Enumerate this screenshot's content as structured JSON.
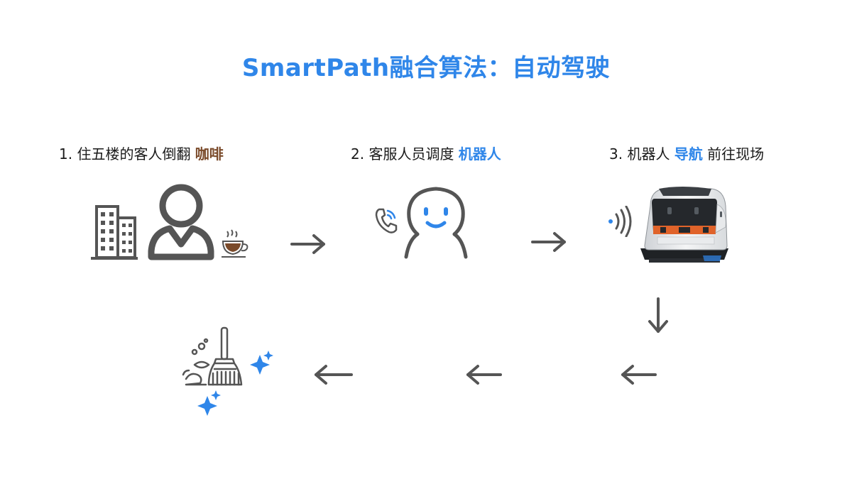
{
  "title": "SmartPath融合算法：自动驾驶",
  "steps": [
    {
      "prefix": "1. 住五楼的客人倒翻 ",
      "highlight": "咖啡",
      "suffix": ""
    },
    {
      "prefix": "2. 客服人员调度 ",
      "highlight": "机器人",
      "suffix": ""
    },
    {
      "prefix": "3. 机器人 ",
      "highlight": "导航",
      "suffix": " 前往现场"
    }
  ],
  "colors": {
    "accent": "#2f86e9",
    "coffee": "#7a4a2a",
    "icon_gray": "#555555",
    "arrow_gray": "#555555"
  },
  "icons": [
    "building-icon",
    "person-icon",
    "coffee-cup-icon",
    "phone-icon",
    "smiling-agent-icon",
    "cleaning-robot-icon",
    "signal-waves-icon",
    "broom-icon",
    "sparkle-icon"
  ]
}
